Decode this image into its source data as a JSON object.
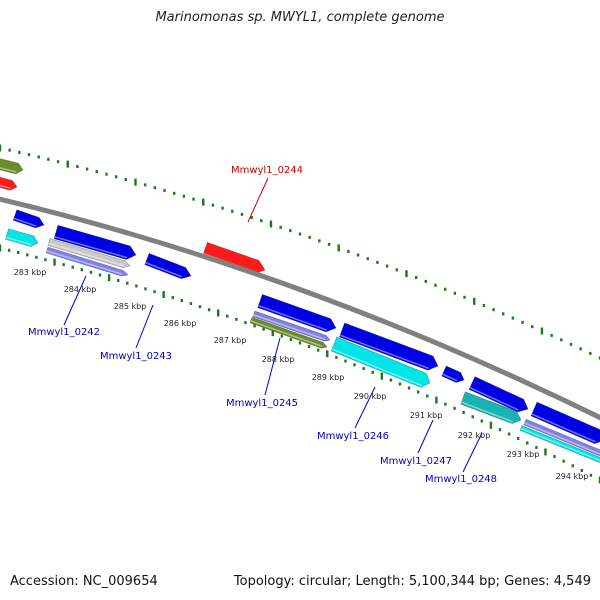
{
  "title": "Marinomonas sp. MWYL1, complete genome",
  "accession": "Accession: NC_009654",
  "summary": "Topology: circular; Length: 5,100,344 bp; Genes: 4,549",
  "colors": {
    "backbone": "#808080",
    "tick_dot": "#1a7a1a",
    "forward_cds": "#0000e6",
    "reverse_cds": "#0000e6",
    "rna": "#ff1a1a",
    "cyan": "#00e6e6",
    "teal": "#1ab3b3",
    "lavender": "#8080e6",
    "olive": "#6b8c2a",
    "silver": "#c8c8c8",
    "label_blue": "#0000cc",
    "label_red": "#cc0000"
  },
  "ticks": [
    "283 kbp",
    "284 kbp",
    "285 kbp",
    "286 kbp",
    "287 kbp",
    "288 kbp",
    "289 kbp",
    "290 kbp",
    "291 kbp",
    "292 kbp",
    "293 kbp",
    "294 kbp"
  ],
  "genes": [
    {
      "name": "Mmwyl1_0242",
      "color": "label_blue"
    },
    {
      "name": "Mmwyl1_0243",
      "color": "label_blue"
    },
    {
      "name": "Mmwyl1_0244",
      "color": "label_red"
    },
    {
      "name": "Mmwyl1_0245",
      "color": "label_blue"
    },
    {
      "name": "Mmwyl1_0246",
      "color": "label_blue"
    },
    {
      "name": "Mmwyl1_0247",
      "color": "label_blue"
    },
    {
      "name": "Mmwyl1_0248",
      "color": "label_blue"
    }
  ]
}
